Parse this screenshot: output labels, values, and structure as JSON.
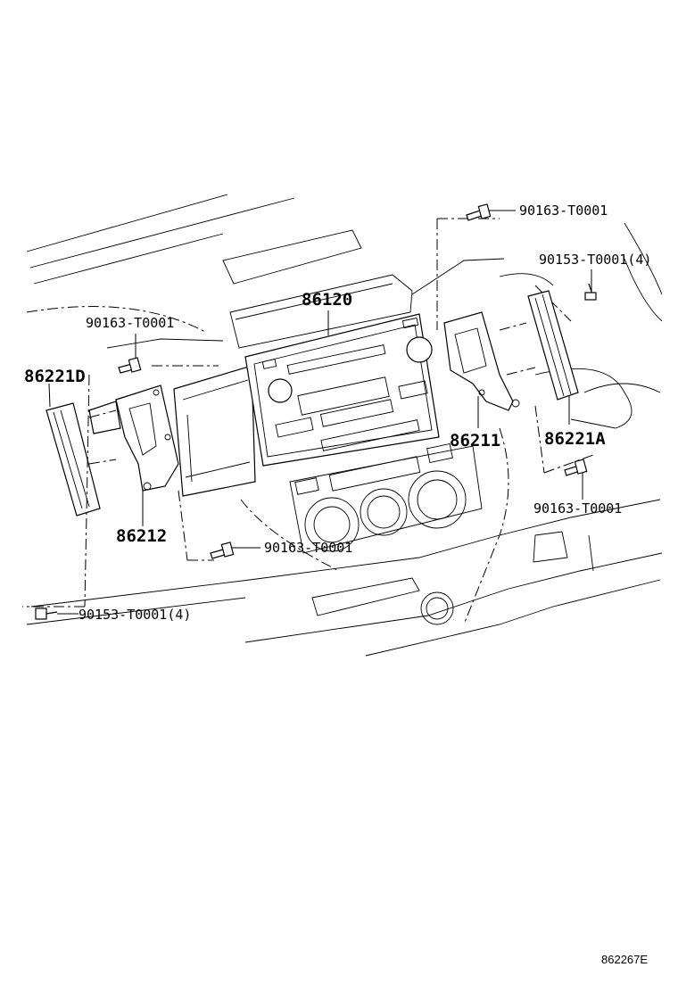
{
  "callouts": {
    "head_unit": "86120",
    "bolt_top_right": "90163-T0001",
    "screw_top_right": "90153-T0001(4)",
    "bolt_left": "90163-T0001",
    "panel_left": "86221D",
    "bracket_right": "86211",
    "panel_right": "86221A",
    "bolt_lower_right": "90163-T0001",
    "bracket_left": "86212",
    "bolt_bottom": "90163-T0001",
    "screw_bottom_left": "90153-T0001(4)"
  },
  "figure_ref": "862267E"
}
